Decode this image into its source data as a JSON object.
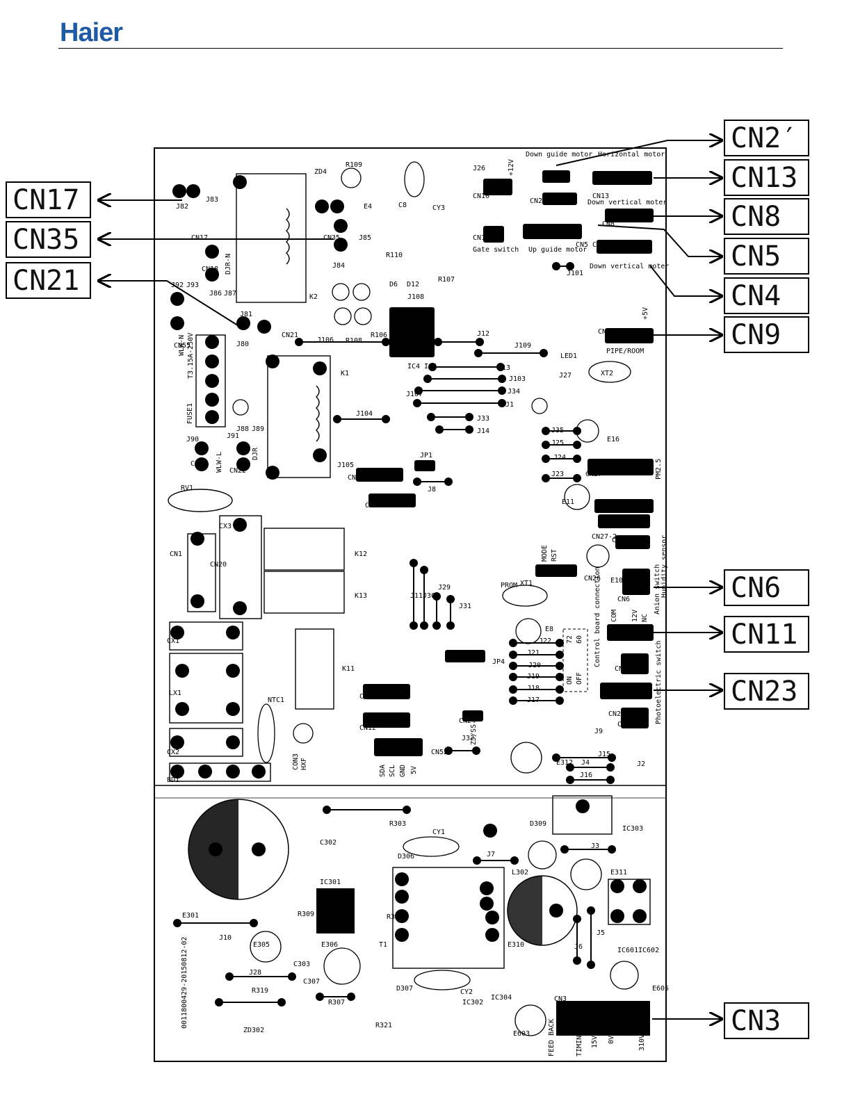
{
  "brand": {
    "name": "Haier",
    "color": "#1f5aa6"
  },
  "callouts_left": [
    "CN17",
    "CN35",
    "CN21"
  ],
  "callouts_right": [
    "CN2′",
    "CN13",
    "CN8",
    "CN5",
    "CN4",
    "CN9",
    "CN6",
    "CN11",
    "CN23",
    "CN3"
  ],
  "board_labels": {
    "down_guide_motor": "Down guide motor",
    "horizontal_motor": "Horizontal motor",
    "down_vertical_moter_top": "Down vertical moter",
    "down_vertical_moter_bottom": "Down vertical moter",
    "gate_switch": "Gate switch",
    "up_guide_motor": "Up guide motor",
    "pipe_room": "PIPE/ROOM",
    "pm25": "PM2.5",
    "humidity_sensor": "Humidity sensor",
    "anion_switch": "Anion switch",
    "control_board_connection": "Control board connection",
    "photoelectric_switch": "Photoelectric switch",
    "prom": "PROM",
    "fuse": "FUSE1",
    "fuse_rating": "T3.15A-250V",
    "wlw_n": "WLW-N",
    "wlw_l": "WLW-L",
    "djr_n": "DJR-N",
    "djr": "DJR",
    "serial": "0011800429-20150812-02",
    "feed_back": "FEED BACK",
    "timing": "TIMING",
    "v15": "15V",
    "v0": "0V",
    "v310": "310V",
    "zj_ss": "ZJ/SS",
    "hxf": "HXF",
    "con3": "CON3",
    "sda": "SDA",
    "scl": "SCL",
    "gnd": "GND",
    "v5": "5V",
    "p5v": "+5V",
    "p12v": "+12V",
    "mode": "MODE",
    "rst": "RST",
    "com": "COM",
    "nc": "NC",
    "v12": "12V",
    "on": "ON",
    "off": "OFF",
    "n72": "72",
    "n60": "60"
  },
  "components": [
    "CN1",
    "CN2",
    "CN5",
    "CN7",
    "CN9",
    "CN10",
    "CN12",
    "CN13",
    "CN14",
    "CN15",
    "CN17",
    "CN18",
    "CN19",
    "CN20",
    "CN21",
    "CN22",
    "CN23",
    "CN24",
    "CN26",
    "CN27",
    "CN27-2",
    "CN31",
    "CN32",
    "CN35",
    "CN40",
    "CN52",
    "CN54",
    "CN55",
    "CN6",
    "CN4",
    "CN8",
    "CN3",
    "K1",
    "K2",
    "K11",
    "K12",
    "K13",
    "LX1",
    "CX1",
    "CX2",
    "CX3",
    "BD1",
    "RV1",
    "NTC1",
    "E4",
    "E8",
    "E10",
    "E11",
    "E16",
    "E301",
    "E305",
    "E306",
    "E310",
    "E311",
    "E312",
    "E603",
    "E605",
    "R106",
    "R107",
    "R108",
    "R109",
    "R110",
    "R303",
    "R307",
    "R309",
    "R319",
    "R321",
    "R324",
    "ZD4",
    "ZD302",
    "D6",
    "D12",
    "D306",
    "D307",
    "D309",
    "C8",
    "C302",
    "C303",
    "C307",
    "CY1",
    "CY2",
    "CY3",
    "IC4",
    "IC6",
    "IC301",
    "IC302",
    "IC303",
    "IC304",
    "IC601",
    "IC602",
    "T1",
    "L302",
    "XT1",
    "XT2",
    "LED1",
    "JP1",
    "JP4",
    "J1",
    "J2",
    "J3",
    "J4",
    "J5",
    "J6",
    "J7",
    "J8",
    "J9",
    "J10",
    "J11",
    "J12",
    "J13",
    "J14",
    "J15",
    "J16",
    "J17",
    "J18",
    "J19",
    "J20",
    "J21",
    "J22",
    "J23",
    "J24",
    "J25",
    "J26",
    "J27",
    "J28",
    "J29",
    "J30",
    "J31",
    "J32",
    "J33",
    "J34",
    "J35",
    "J80",
    "J81",
    "J82",
    "J83",
    "J84",
    "J85",
    "J86",
    "J87",
    "J88",
    "J89",
    "J90",
    "J91",
    "J92",
    "J93",
    "J101",
    "J103",
    "J104",
    "J105",
    "J106",
    "J107",
    "J108",
    "J109"
  ]
}
